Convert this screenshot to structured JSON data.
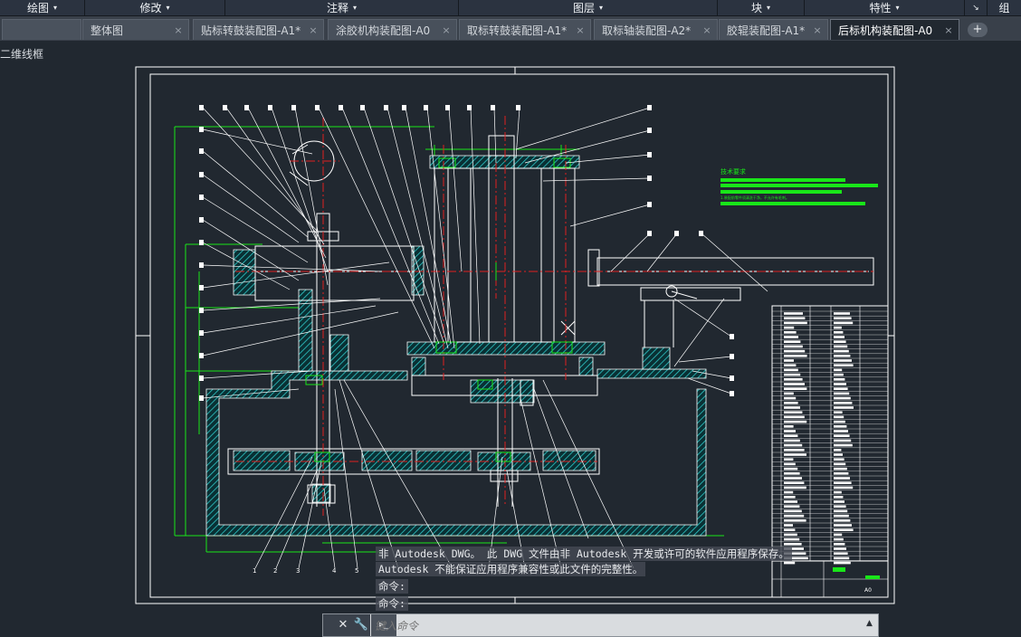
{
  "ribbon": {
    "panels": [
      {
        "label": "绘图",
        "arrow": "▾"
      },
      {
        "label": "修改",
        "arrow": "▾"
      },
      {
        "label": "注释",
        "arrow": "▾"
      },
      {
        "label": "图层",
        "arrow": "▾"
      },
      {
        "label": "块",
        "arrow": "▾"
      },
      {
        "label": "特性",
        "arrow": "▾"
      },
      {
        "label": "",
        "arrow": "↘"
      },
      {
        "label": "组",
        "arrow": ""
      }
    ]
  },
  "tabs": [
    {
      "label": "",
      "active": false
    },
    {
      "label": "整体图",
      "active": false
    },
    {
      "label": "贴标转鼓装配图-A1*",
      "active": false
    },
    {
      "label": "涂胶机构装配图-A0",
      "active": false
    },
    {
      "label": "取标转鼓装配图-A1*",
      "active": false
    },
    {
      "label": "取标轴装配图-A2*",
      "active": false
    },
    {
      "label": "胶辊装配图-A1*",
      "active": false
    },
    {
      "label": "后标机构装配图-A0",
      "active": true
    }
  ],
  "tab_close_glyph": "×",
  "new_tab_glyph": "+",
  "viewport_label": "二维线框",
  "drawing": {
    "tech_req_title": "技术要求",
    "tech_req_note": "1.装配前零件须清洗干净，不允许有毛刺。",
    "part_numbers": [
      "1",
      "2",
      "3",
      "4",
      "5"
    ],
    "title_block_tag": "A0"
  },
  "command": {
    "history": [
      "非 Autodesk DWG。 此 DWG 文件由非 Autodesk 开发或许可的软件应用程序保存。",
      "Autodesk 不能保证应用程序兼容性或此文件的完整性。",
      "命令:",
      "命令:"
    ],
    "placeholder": "键入命令",
    "close_icon": "✕",
    "customize_icon": "🔧",
    "prompt_icon": "▸_",
    "scroll_glyph": "▲"
  },
  "colors": {
    "background": "#212830",
    "geometry": "#ffffff",
    "hatch": "#2fc9c9",
    "green": "#19e619",
    "red": "#e02020"
  }
}
